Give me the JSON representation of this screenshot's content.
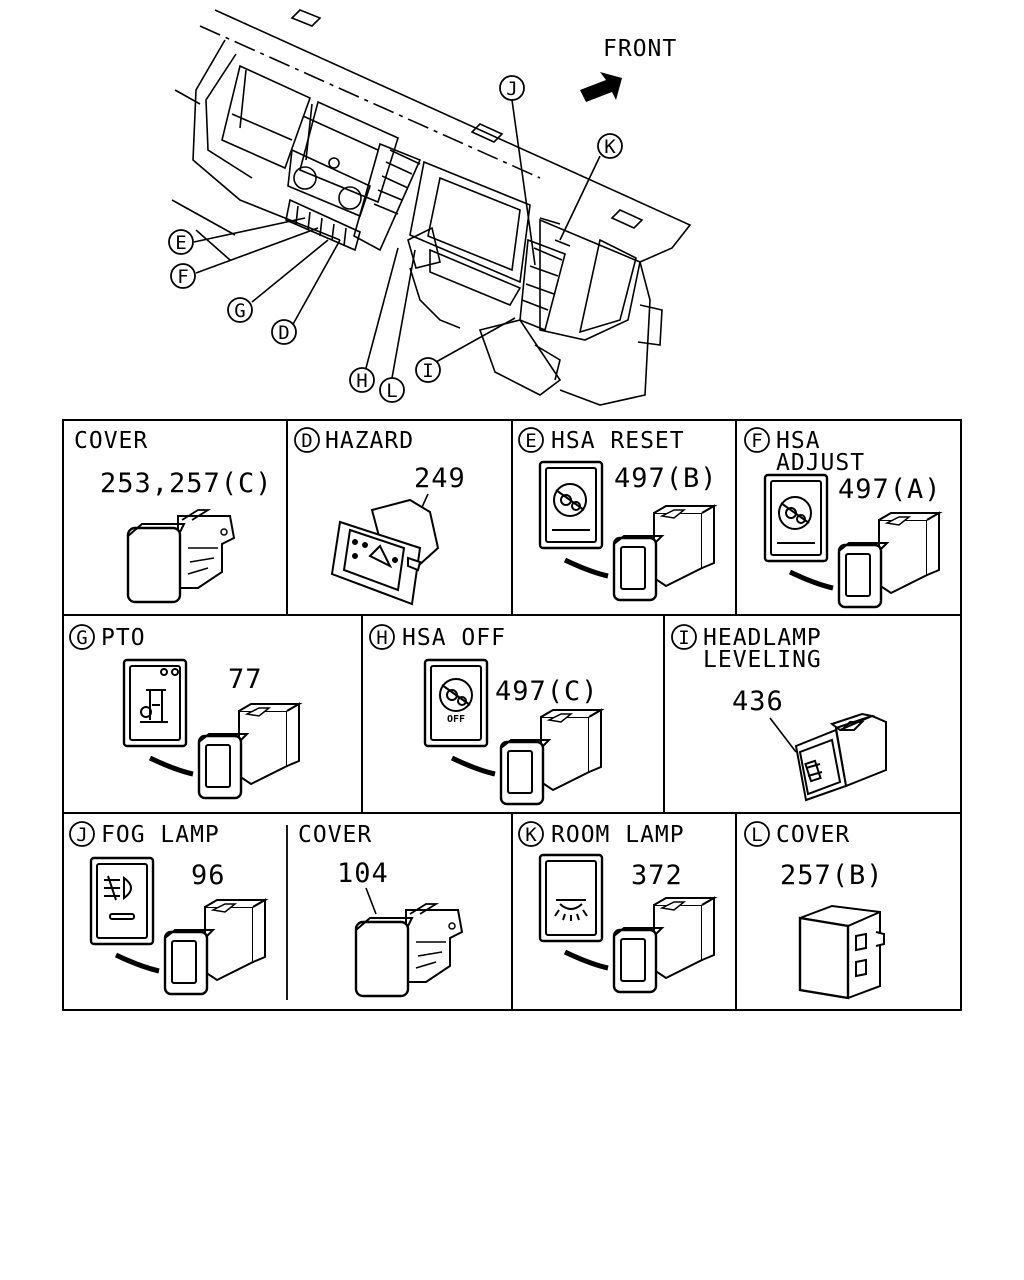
{
  "front_label": "FRONT",
  "overview_callouts": [
    "J",
    "K",
    "E",
    "F",
    "G",
    "D",
    "H",
    "L",
    "I"
  ],
  "cells": [
    {
      "id": "cover1",
      "letter": "",
      "title": [
        "COVER"
      ],
      "part": "253,257(C)",
      "part_kind": "cover"
    },
    {
      "id": "D",
      "letter": "D",
      "title": [
        "HAZARD"
      ],
      "part": "249",
      "part_kind": "hazard"
    },
    {
      "id": "E",
      "letter": "E",
      "title": [
        "HSA RESET"
      ],
      "part": "497(B)",
      "part_kind": "switch",
      "icon": "hsa-icon"
    },
    {
      "id": "F",
      "letter": "F",
      "title": [
        "HSA",
        "ADJUST"
      ],
      "part": "497(A)",
      "part_kind": "switch",
      "icon": "hsa-icon"
    },
    {
      "id": "G",
      "letter": "G",
      "title": [
        "PTO"
      ],
      "part": "77",
      "part_kind": "switch",
      "icon": "pto-icon"
    },
    {
      "id": "H",
      "letter": "H",
      "title": [
        "HSA OFF"
      ],
      "part": "497(C)",
      "part_kind": "switch",
      "icon": "hsa-off-icon",
      "icon_text": "OFF"
    },
    {
      "id": "I",
      "letter": "I",
      "title": [
        "HEADLAMP",
        "LEVELING"
      ],
      "part": "436",
      "part_kind": "leveling"
    },
    {
      "id": "J",
      "letter": "J",
      "title": [
        "FOG LAMP"
      ],
      "part": "96",
      "part_kind": "switch",
      "icon": "fog-lamp-icon"
    },
    {
      "id": "cover2",
      "letter": "",
      "title": [
        "COVER"
      ],
      "part": "104",
      "part_kind": "cover"
    },
    {
      "id": "K",
      "letter": "K",
      "title": [
        "ROOM LAMP"
      ],
      "part": "372",
      "part_kind": "switch",
      "icon": "room-lamp-icon"
    },
    {
      "id": "L",
      "letter": "L",
      "title": [
        "COVER"
      ],
      "part": "257(B)",
      "part_kind": "blank-cover"
    }
  ]
}
